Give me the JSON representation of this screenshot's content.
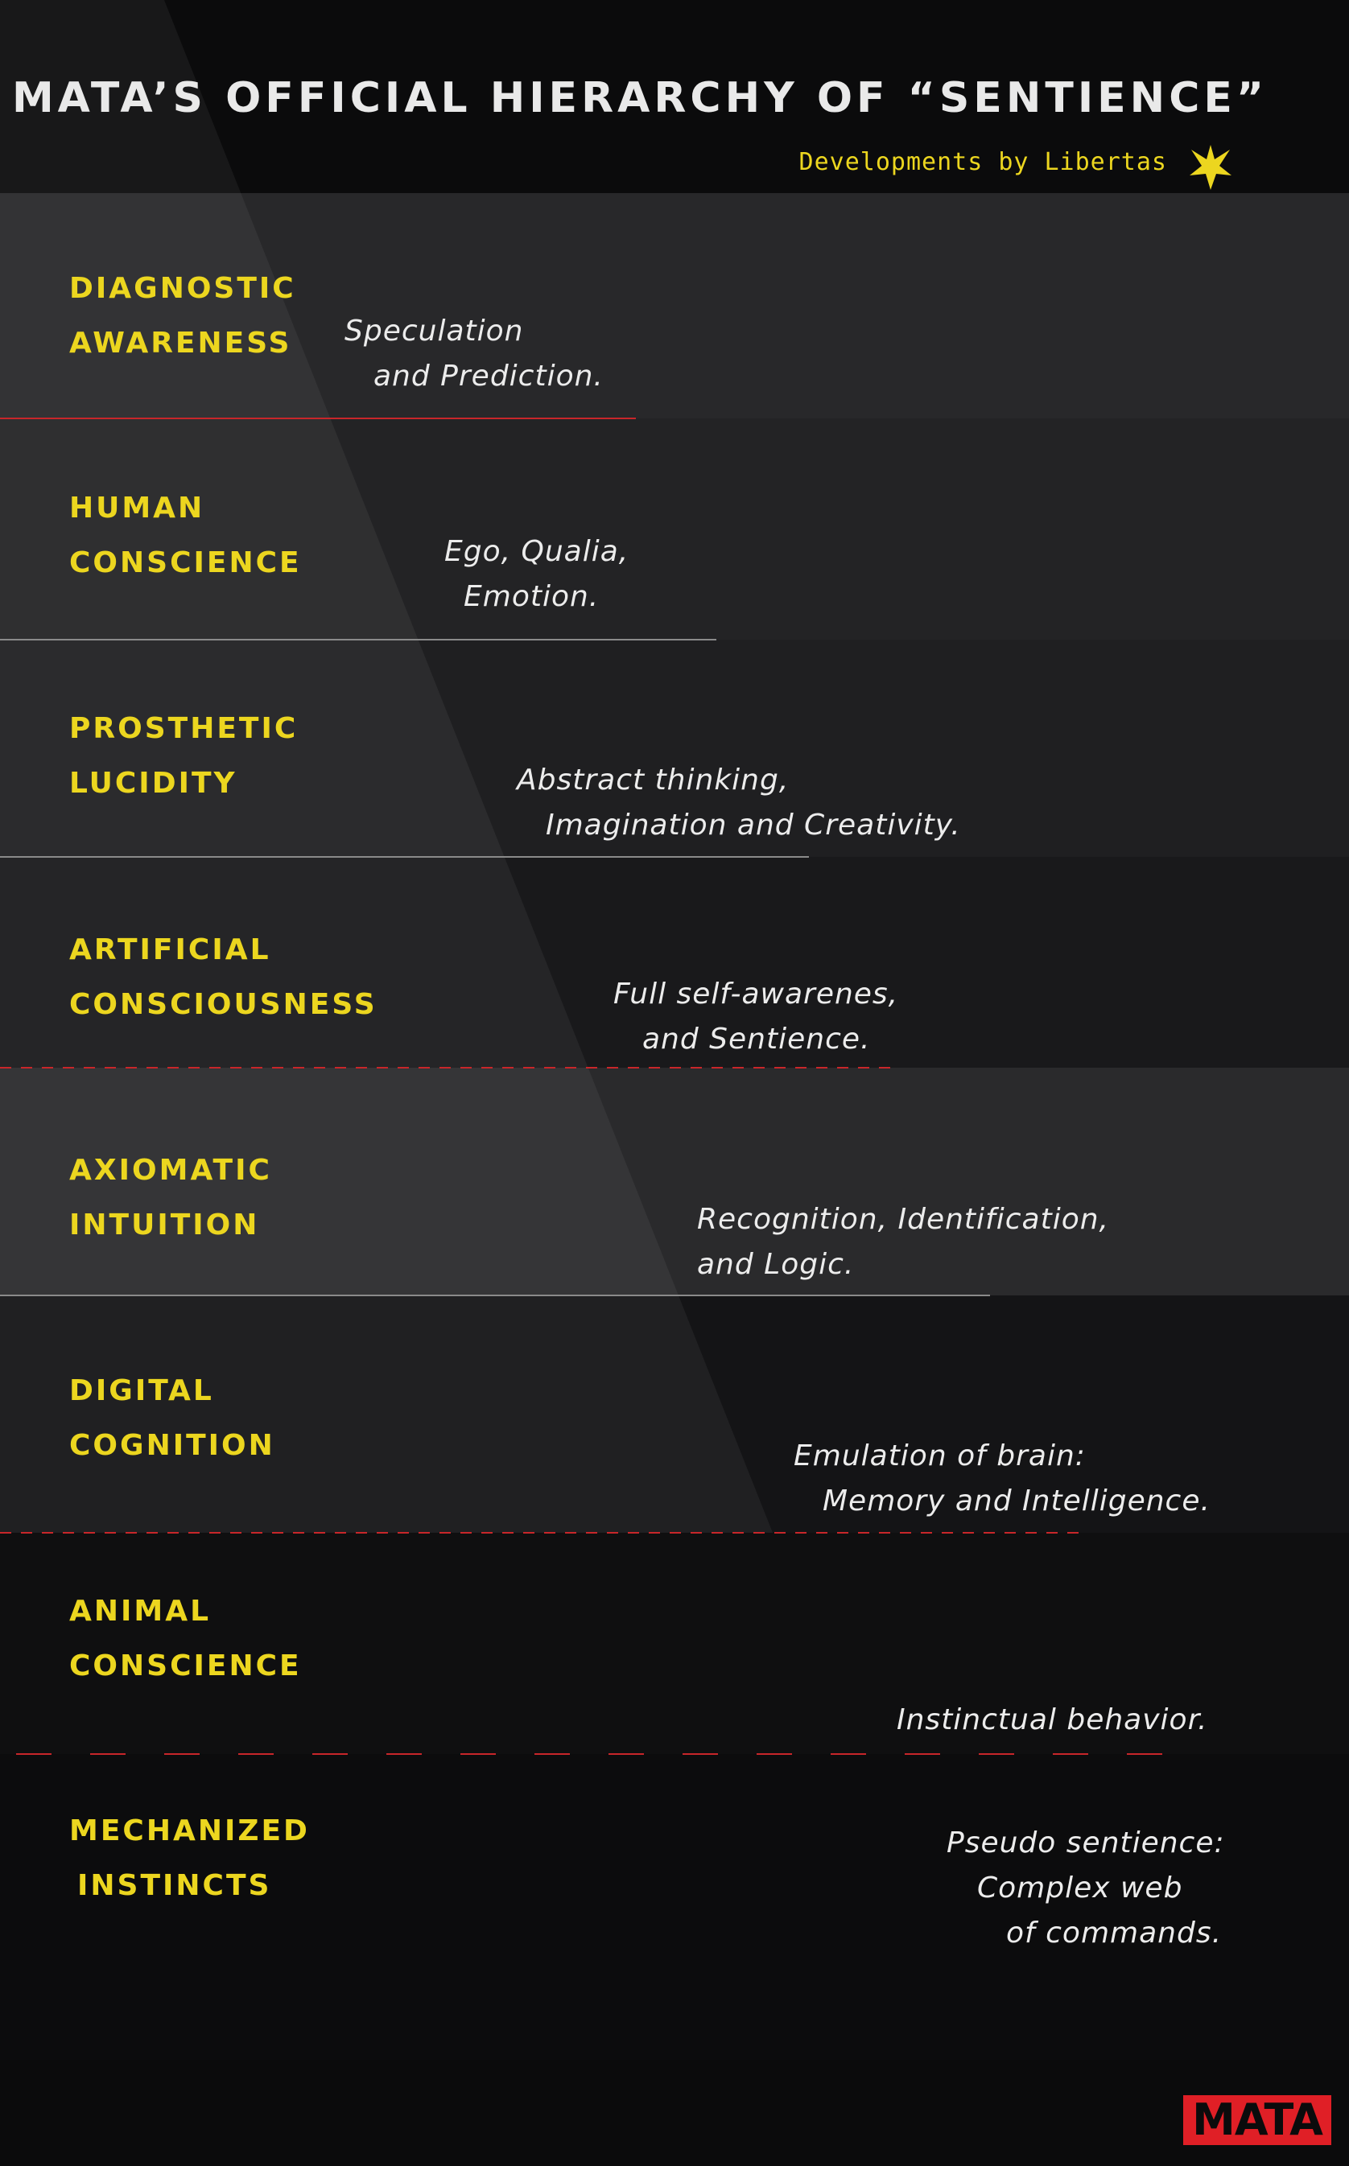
{
  "header": {
    "title": "MATA’S OFFICIAL HIERARCHY OF “SENTIENCE”",
    "subtitle": "Developments by Libertas",
    "subtitle_icon": "libertas-star-icon"
  },
  "colors": {
    "background": "#0b0b0c",
    "tier_label": "#ecd61f",
    "description": "#ececec",
    "divider_red": "#c8262a",
    "divider_gray": "#8a8a8a",
    "logo_bg": "#e01f26"
  },
  "tiers": [
    {
      "name_lines": [
        "DIAGNOSTIC",
        "AWARENESS"
      ],
      "desc_lines": [
        "Speculation",
        "and Prediction."
      ],
      "divider": "solid-red"
    },
    {
      "name_lines": [
        "HUMAN",
        "CONSCIENCE"
      ],
      "desc_lines": [
        "Ego, Qualia,",
        "Emotion."
      ],
      "divider": "solid-gray"
    },
    {
      "name_lines": [
        "PROSTHETIC",
        "LUCIDITY"
      ],
      "desc_lines": [
        "Abstract thinking,",
        "Imagination and Creativity."
      ],
      "divider": "solid-gray"
    },
    {
      "name_lines": [
        "ARTIFICIAL",
        "CONSCIOUSNESS"
      ],
      "desc_lines": [
        "Full self-awarenes,",
        "and Sentience."
      ],
      "divider": "dashed-red"
    },
    {
      "name_lines": [
        "AXIOMATIC",
        "INTUITION"
      ],
      "desc_lines": [
        "Recognition, Identification,",
        "and Logic."
      ],
      "divider": "solid-gray"
    },
    {
      "name_lines": [
        "DIGITAL",
        "COGNITION"
      ],
      "desc_lines": [
        "Emulation of brain:",
        "Memory and Intelligence."
      ],
      "divider": "dashed-red"
    },
    {
      "name_lines": [
        "ANIMAL",
        "CONSCIENCE"
      ],
      "desc_lines": [
        "Instinctual behavior."
      ],
      "divider": "long-dashed-red"
    },
    {
      "name_lines": [
        "MECHANIZED",
        "INSTINCTS"
      ],
      "desc_lines": [
        "Pseudo sentience:",
        "Complex web",
        "of commands."
      ],
      "divider": "none"
    }
  ],
  "logo": {
    "text": "MATA"
  }
}
